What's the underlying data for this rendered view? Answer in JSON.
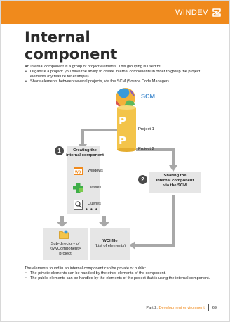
{
  "header": {
    "brand": "WINDEV",
    "accent_color": "#f08a1c",
    "logo_icon": "windev-logo-icon"
  },
  "title": {
    "line1": "Internal",
    "line2": "component"
  },
  "intro": {
    "paragraph": "An internal component is a group of project elements. This grouping is used to:",
    "bullets": [
      "Organize a project: you have the ability to create internal components in order to group the project elements (by feature for example).",
      "Share elements between several projects, via the SCM (Source Code Manager)."
    ]
  },
  "diagram": {
    "scm_label": "SCM",
    "project1_label": "Project 1",
    "project2_label": "Project 2",
    "step1_number": "1",
    "step1_title_line1": "Creating the",
    "step1_title_line2": "internal component",
    "items": [
      {
        "label": "Windows",
        "icon": "window-icon"
      },
      {
        "label": "Classes",
        "icon": "classes-icon"
      },
      {
        "label": "Queries",
        "icon": "query-icon"
      }
    ],
    "more": "• • •",
    "step2_number": "2",
    "step2_title_line1": "Sharing the",
    "step2_title_line2": "internal component",
    "step2_title_line3": "via the SCM",
    "subdir_line1": "Sub-directory of",
    "subdir_line2": "<MyComponent>",
    "subdir_line3": "project",
    "wci_line1": "WCI file",
    "wci_line2": "(List of elements)"
  },
  "footer_text": {
    "paragraph": "The elements found in an internal component can be private or public:",
    "bullets": [
      "The private elements can be handled by the other elements of the component.",
      "The public elements can be handled by the elements of the project that is using the internal component."
    ]
  },
  "page_footer": {
    "part_prefix": "Part 2:",
    "part_name": "Development environment",
    "page_number": "69"
  }
}
